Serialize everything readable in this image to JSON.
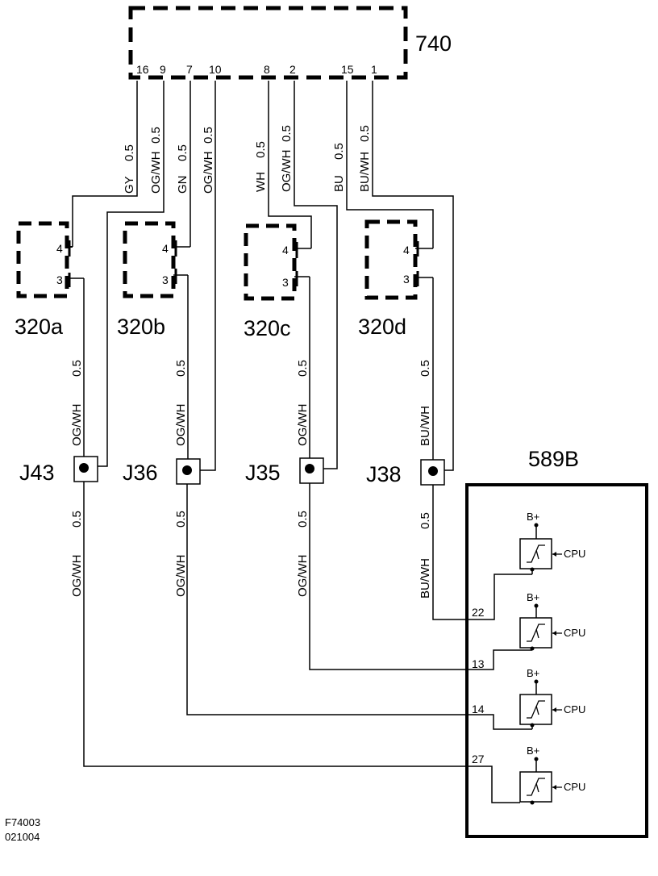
{
  "components": {
    "c740": {
      "label": "740",
      "pins": [
        "16",
        "9",
        "7",
        "10",
        "8",
        "2",
        "15",
        "1"
      ]
    },
    "c320a": {
      "label": "320a",
      "pin_top": "4",
      "pin_bottom": "3"
    },
    "c320b": {
      "label": "320b",
      "pin_top": "4",
      "pin_bottom": "3"
    },
    "c320c": {
      "label": "320c",
      "pin_top": "4",
      "pin_bottom": "3"
    },
    "c320d": {
      "label": "320d",
      "pin_top": "4",
      "pin_bottom": "3"
    },
    "c589b": {
      "label": "589B",
      "supply": "B+",
      "input": "CPU",
      "pins": [
        "22",
        "13",
        "14",
        "27"
      ]
    }
  },
  "junctions": [
    "J43",
    "J36",
    "J35",
    "J38"
  ],
  "wires_upper": [
    {
      "color": "GY",
      "size": "0.5"
    },
    {
      "color": "OG/WH",
      "size": "0.5"
    },
    {
      "color": "GN",
      "size": "0.5"
    },
    {
      "color": "OG/WH",
      "size": "0.5"
    },
    {
      "color": "WH",
      "size": "0.5"
    },
    {
      "color": "OG/WH",
      "size": "0.5"
    },
    {
      "color": "BU",
      "size": "0.5"
    },
    {
      "color": "BU/WH",
      "size": "0.5"
    }
  ],
  "wires_middle": [
    {
      "color": "OG/WH",
      "size": "0.5"
    },
    {
      "color": "OG/WH",
      "size": "0.5"
    },
    {
      "color": "OG/WH",
      "size": "0.5"
    },
    {
      "color": "BU/WH",
      "size": "0.5"
    }
  ],
  "wires_lower": [
    {
      "color": "OG/WH",
      "size": "0.5"
    },
    {
      "color": "OG/WH",
      "size": "0.5"
    },
    {
      "color": "OG/WH",
      "size": "0.5"
    },
    {
      "color": "BU/WH",
      "size": "0.5"
    }
  ],
  "figure_ref": {
    "code": "F74003",
    "date": "021004"
  }
}
